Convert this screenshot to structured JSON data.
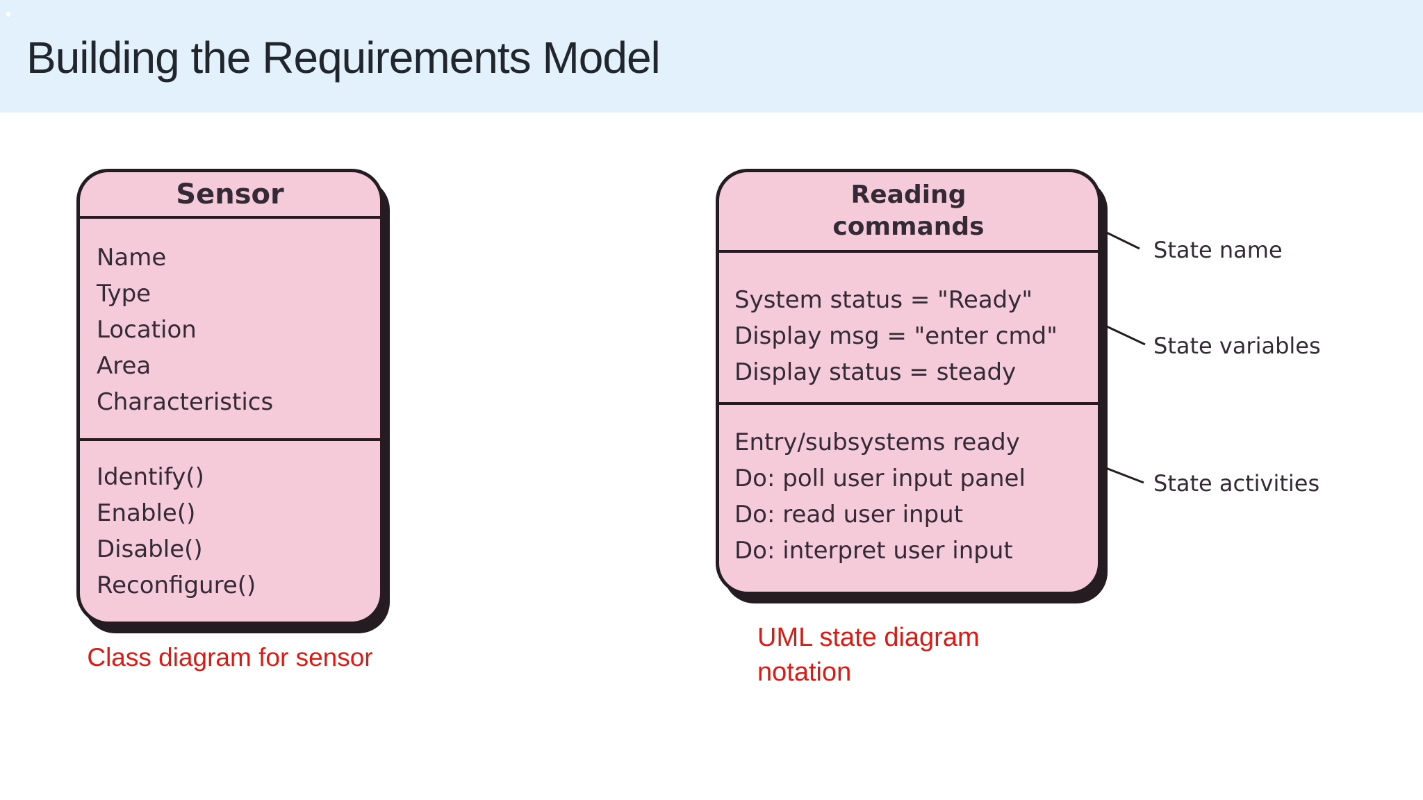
{
  "header": {
    "title": "Building the Requirements Model"
  },
  "class_diagram": {
    "title": "Sensor",
    "attributes": [
      "Name",
      "Type",
      "Location",
      "Area",
      "Characteristics"
    ],
    "operations": [
      "Identify()",
      "Enable()",
      "Disable()",
      "Reconfigure()"
    ],
    "caption": "Class diagram for sensor"
  },
  "state_diagram": {
    "title_lines": [
      "Reading",
      "commands"
    ],
    "state_variables": [
      "System status = \"Ready\"",
      "Display msg = \"enter cmd\"",
      "Display status = steady"
    ],
    "state_activities": [
      "Entry/subsystems ready",
      "Do: poll user input panel",
      "Do: read user input",
      "Do: interpret user input"
    ],
    "caption_lines": [
      "UML state diagram",
      "notation"
    ]
  },
  "annotations": {
    "state_name": "State name",
    "state_variables": "State variables",
    "state_activities": "State activities"
  },
  "colors": {
    "header-bg": "#e2f1fb",
    "title-ink": "#20262b",
    "box-fill": "#f6cbd9",
    "ink": "#251c22",
    "text-ink": "#332a35",
    "caption-red": "#e01812"
  }
}
